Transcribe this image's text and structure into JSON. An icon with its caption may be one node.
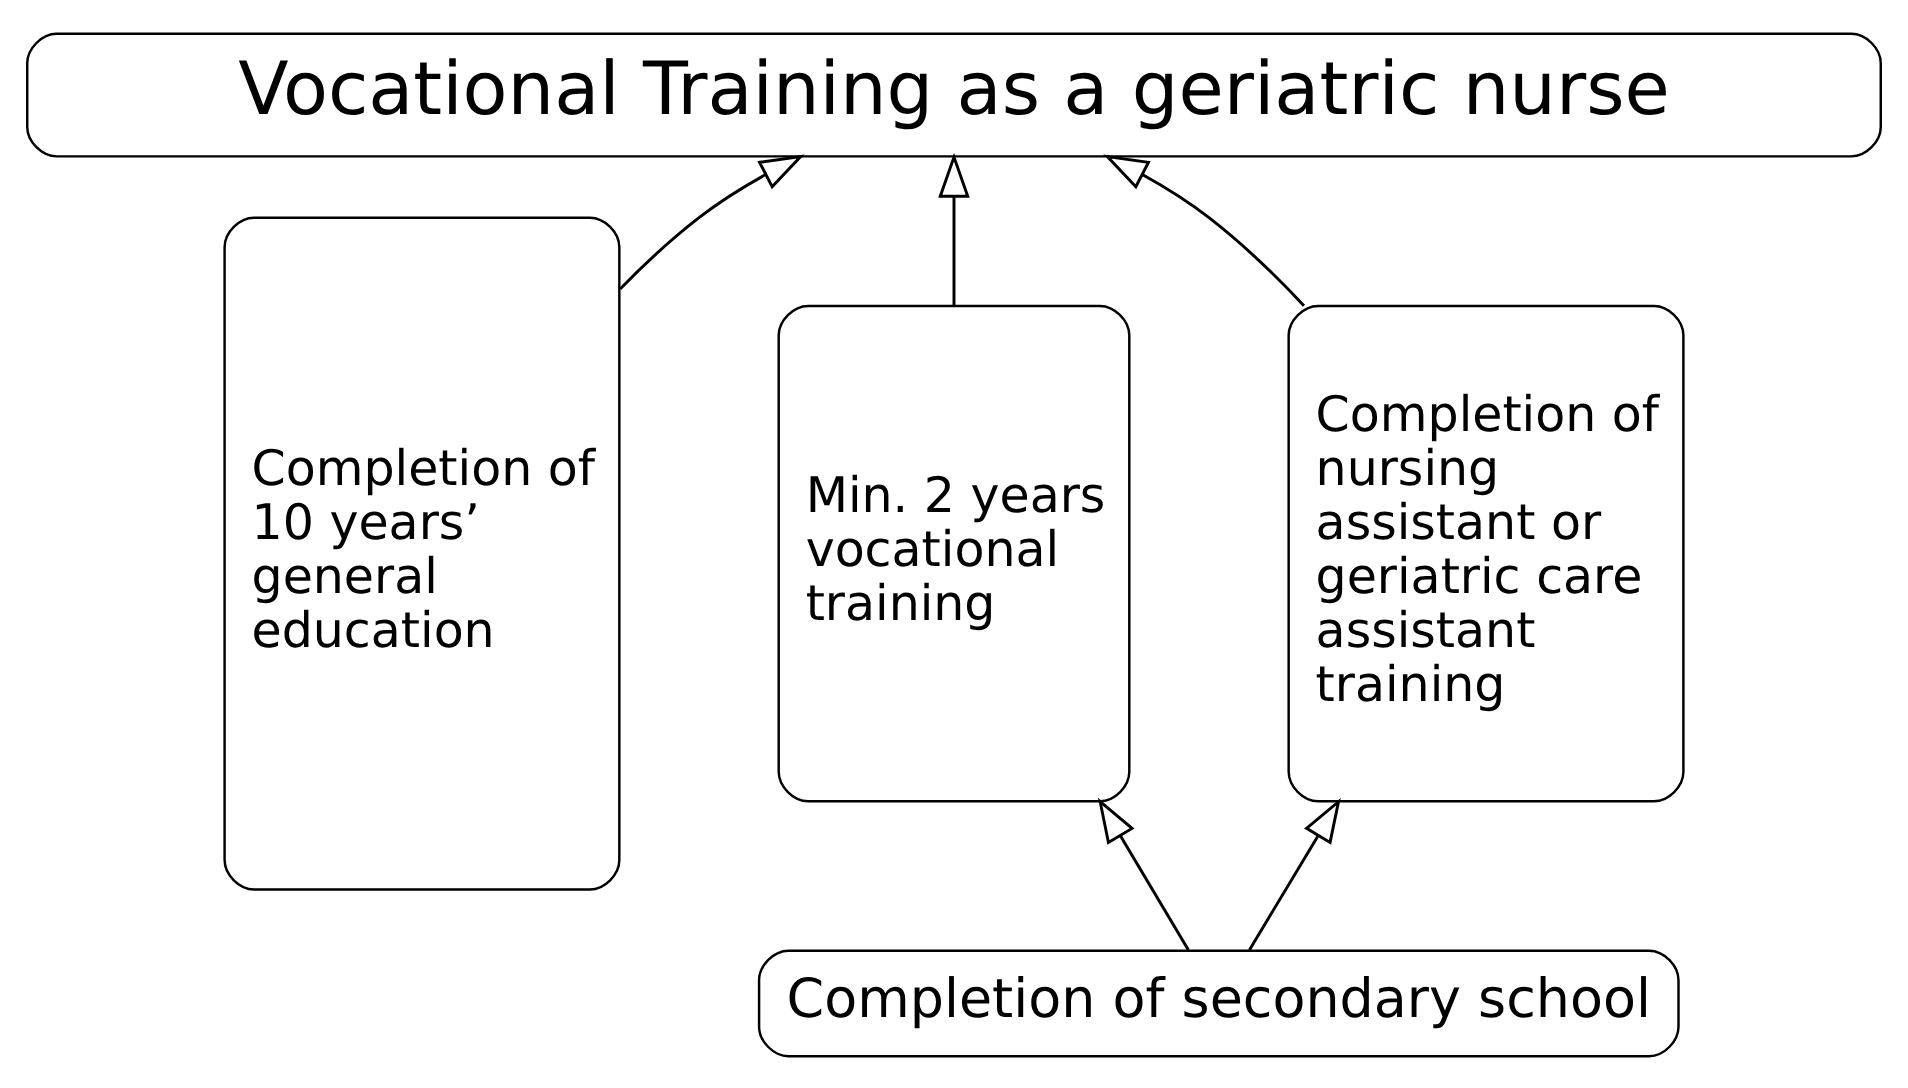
{
  "diagram": {
    "nodes": [
      {
        "text": [
          "Vocational Training as a geriatric nurse"
        ]
      },
      {
        "text": [
          "Completion of 10 years’ general education"
        ]
      },
      {
        "text": [
          "Min. 2 years vocational training"
        ]
      },
      {
        "text": [
          "Completion of nursing assistant or geriatric care assistant training"
        ]
      },
      {
        "text": [
          "Completion of secondary school"
        ]
      }
    ],
    "edges": [
      {
        "from": 1,
        "to": 0,
        "arrow": "to"
      },
      {
        "from": 2,
        "to": 0,
        "arrow": "to"
      },
      {
        "from": 3,
        "to": 0,
        "arrow": "to"
      },
      {
        "from": 4,
        "to": 2,
        "arrow": "to"
      },
      {
        "from": 4,
        "to": 3,
        "arrow": "to"
      }
    ]
  }
}
